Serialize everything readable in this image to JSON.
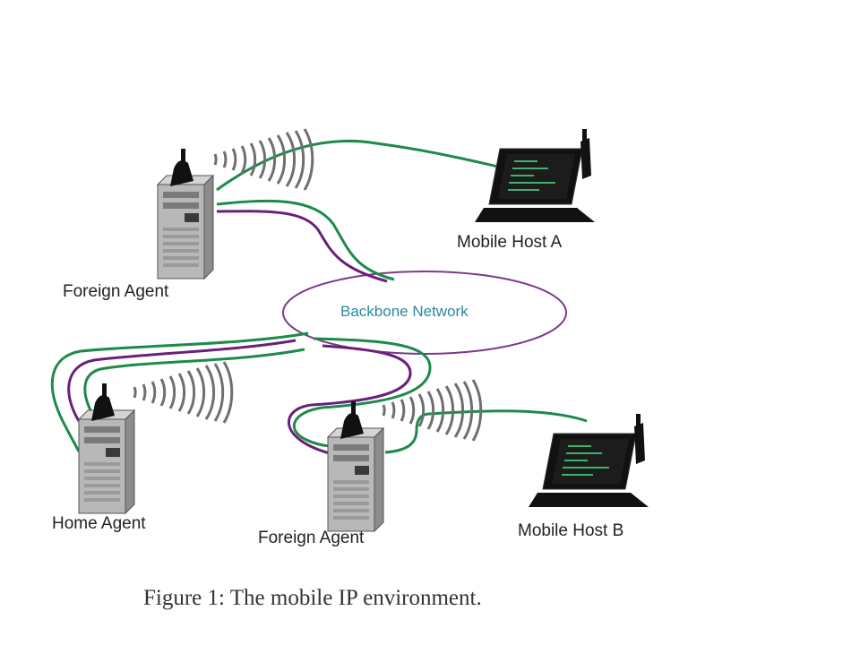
{
  "figure": {
    "caption": "Figure 1: The mobile IP environment.",
    "network": {
      "label": "Backbone Network"
    },
    "nodes": {
      "foreign_agent_top": "Foreign Agent",
      "mobile_host_a": "Mobile Host A",
      "home_agent": "Home Agent",
      "foreign_agent_bottom": "Foreign Agent",
      "mobile_host_b": "Mobile Host B"
    }
  },
  "colors": {
    "green_link": "#1e8a4a",
    "purple_link": "#6a1f7a",
    "network_outline": "#7a3a8a",
    "network_text": "#2a8aa0",
    "server_body": "#b8b8b8",
    "laptop_body": "#111111"
  }
}
